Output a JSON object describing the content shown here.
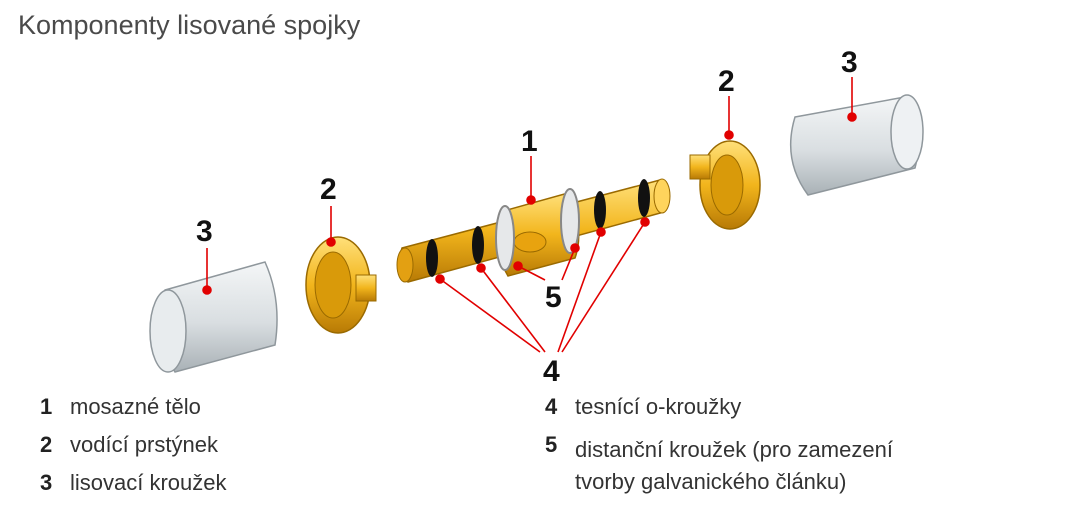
{
  "title": "Komponenty lisované spojky",
  "callouts": [
    "1",
    "2",
    "3",
    "4",
    "5"
  ],
  "legend_left": [
    {
      "num": "1",
      "text": "mosazné tělo"
    },
    {
      "num": "2",
      "text": "vodící prstýnek"
    },
    {
      "num": "3",
      "text": "lisovací kroužek"
    }
  ],
  "legend_right": [
    {
      "num": "4",
      "text": "tesnící o-kroužky"
    },
    {
      "num": "5",
      "text": "distanční kroužek (pro zamezení tvorby galvanického článku)"
    }
  ],
  "colors": {
    "brass": "#f2b51c",
    "brass_dark": "#c98b07",
    "sleeve": "#dfe3e6",
    "callout_line": "#e10000",
    "oring": "#111111"
  }
}
